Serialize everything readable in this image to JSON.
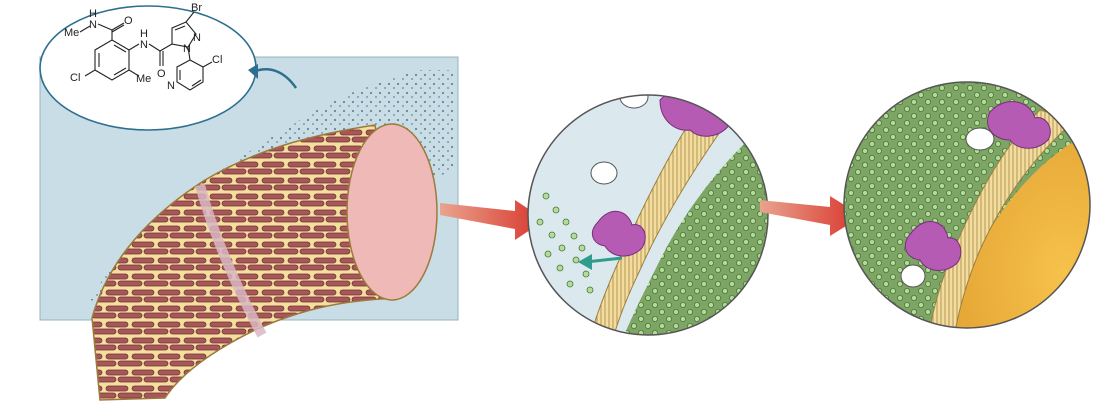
{
  "molecule": {
    "atoms": {
      "me1": "Me",
      "n_amide1": "N",
      "h_amide1": "H",
      "o1": "O",
      "n_amide2": "N",
      "h_amide2": "H",
      "o2": "O",
      "cl1": "Cl",
      "me2": "Me",
      "br": "Br",
      "n_pyrazole1": "N",
      "n_pyrazole2": "N",
      "n_pyridine": "N",
      "cl2": "Cl"
    }
  },
  "colors": {
    "panel_background": "#c9dde6",
    "cytoplasm": "#7ea565",
    "granule": "#4f9a3f",
    "receptor": "#b65bb4",
    "membrane": "#e7c987",
    "organelle": "#eab13c",
    "muscle_sheath": "#f4dfa0",
    "muscle_fiber": "#a8565a",
    "arrow": "#d83a30",
    "release_arrow": "#2f9c8e",
    "bubble_outline": "#2e6f90"
  },
  "icons": [
    "molecule-structure",
    "muscle-fiber",
    "process-arrow",
    "calcium-release-arrow",
    "ryanodine-receptor",
    "membrane",
    "vesicle"
  ]
}
